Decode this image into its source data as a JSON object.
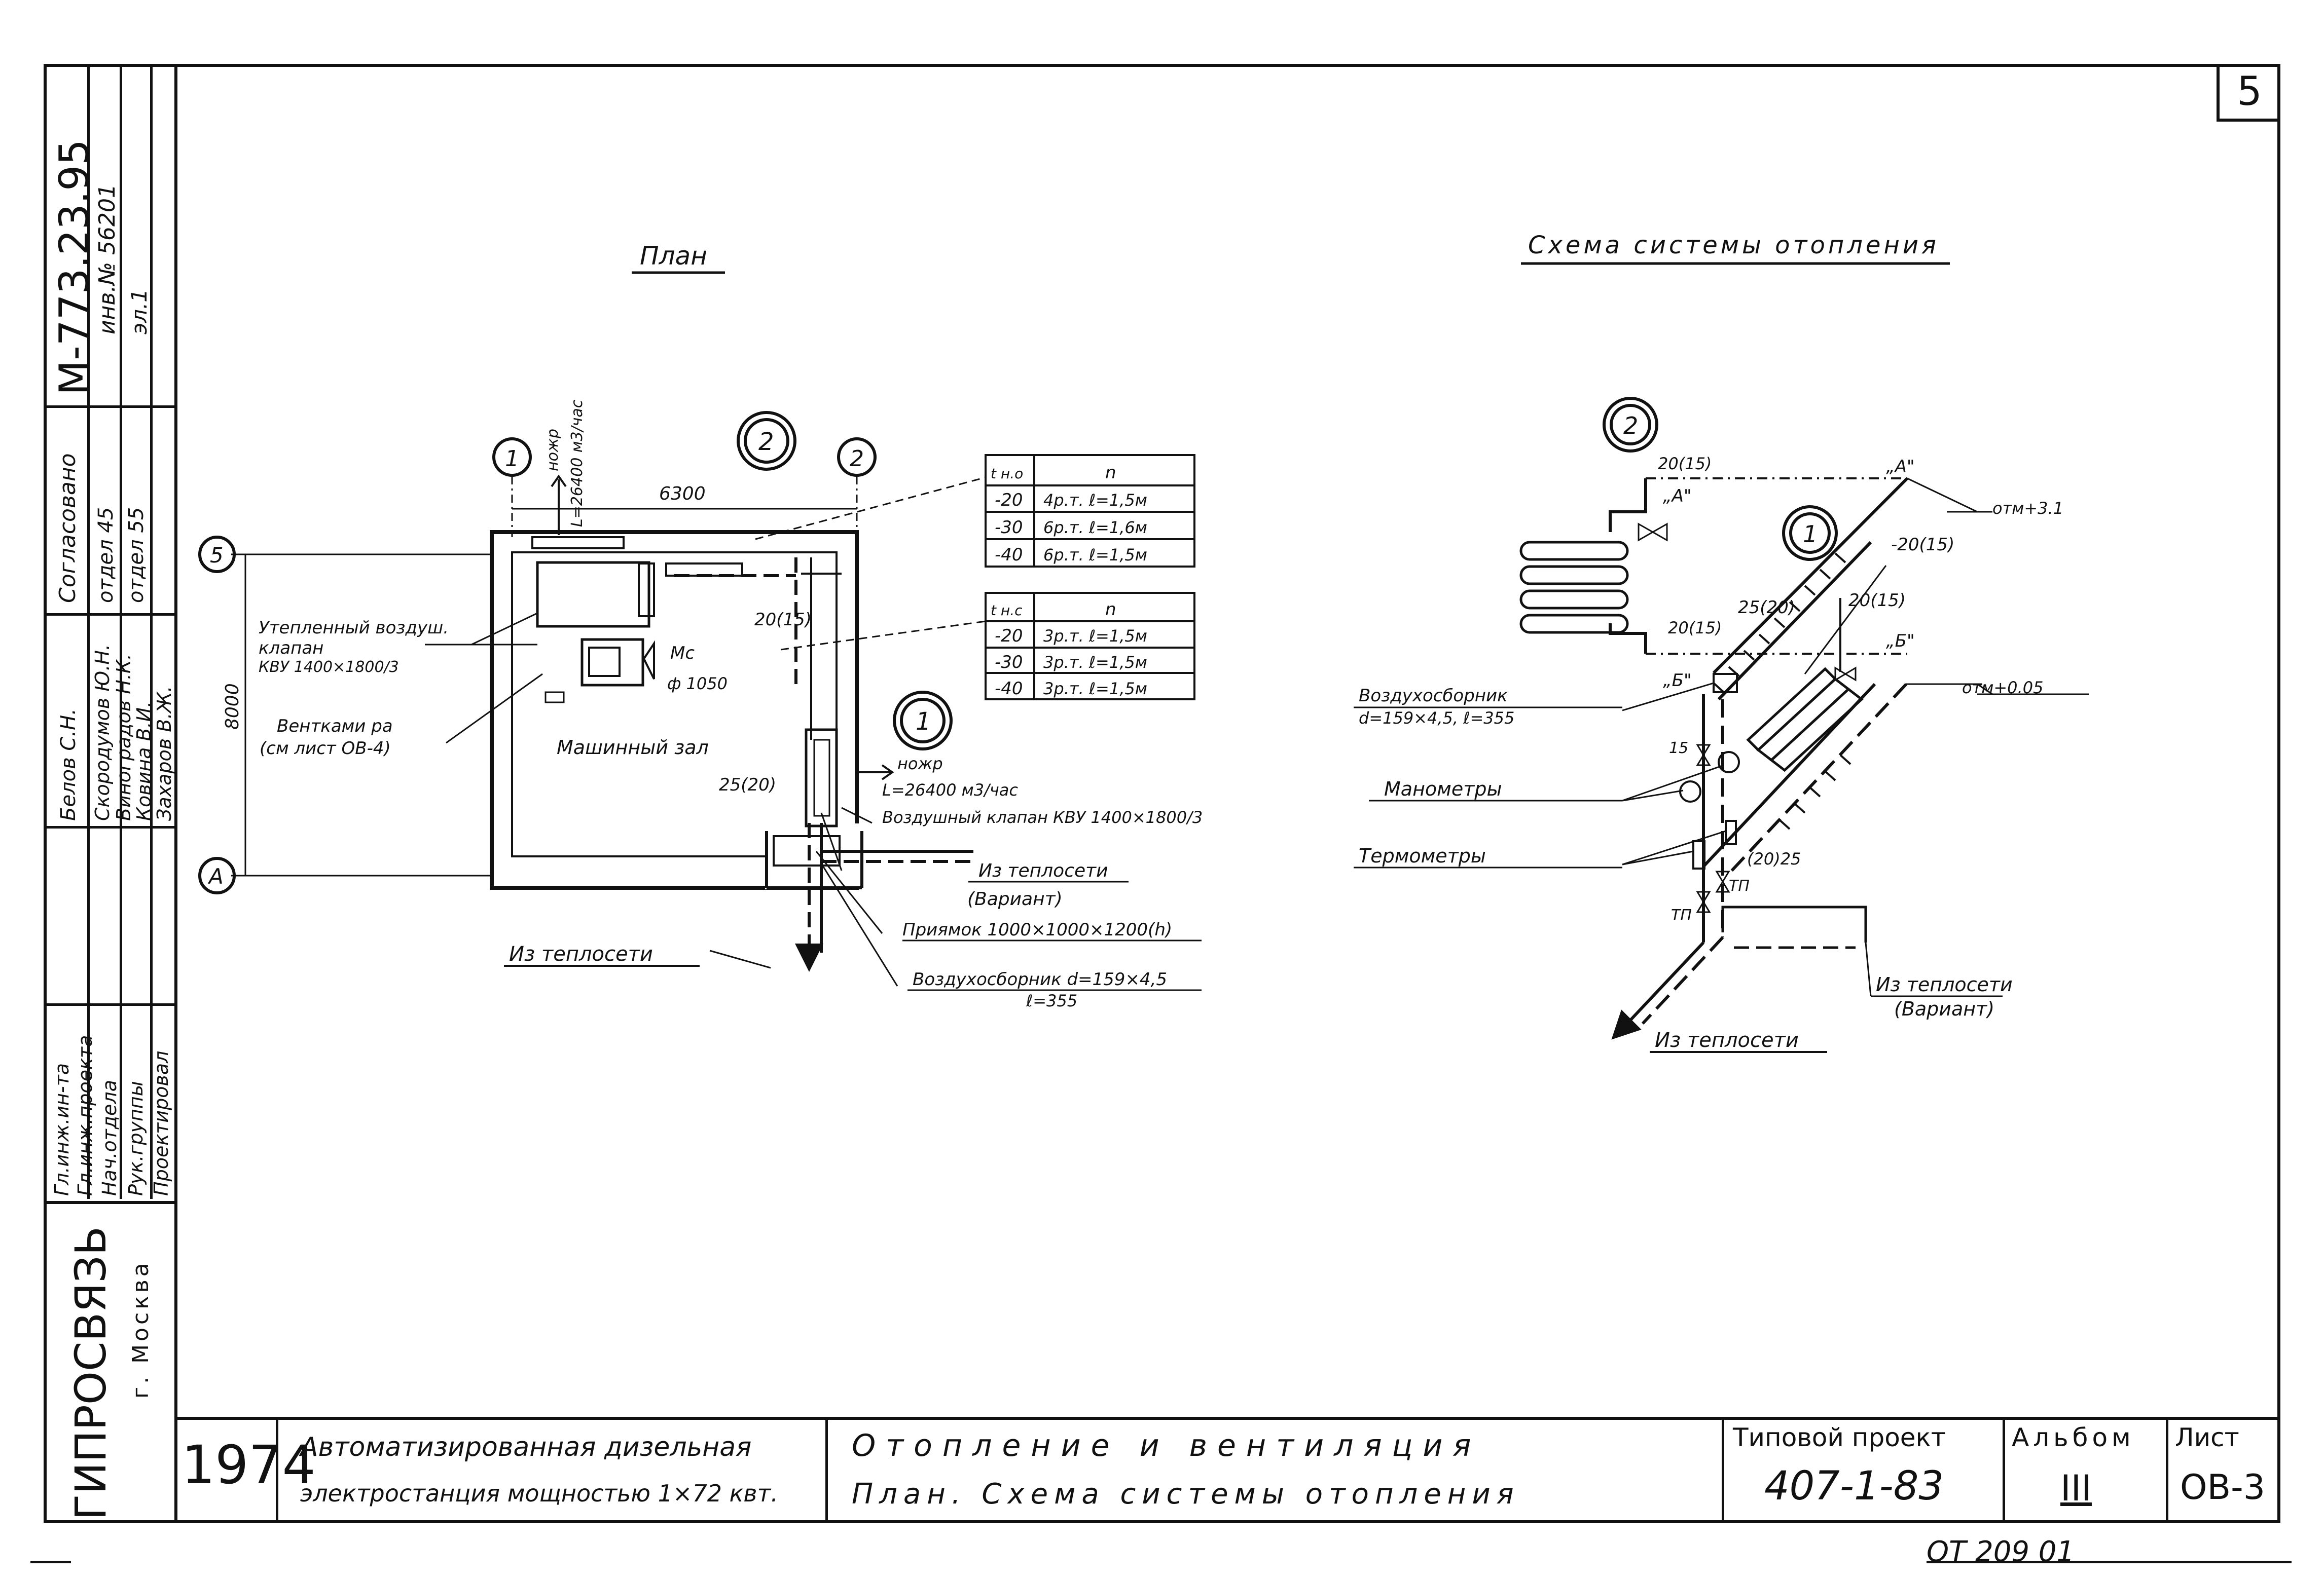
{
  "sheet_number": "5",
  "plan": {
    "title": "План",
    "axes": {
      "a1": "1",
      "a2": "2",
      "a5": "5",
      "aA": "А"
    },
    "node_labels": {
      "n1": "1",
      "n2": "2"
    },
    "dims": {
      "width": "6300",
      "height": "8000"
    },
    "labels": {
      "air_flow_top_1": "ножр",
      "air_flow_top_2": "L=26400 м3/час",
      "air_inlet_1": "Утепленный воздуш.",
      "air_inlet_2": "клапан",
      "air_inlet_3": "КВУ 1400×1800/3",
      "ventchamber_1": "Вентками ра",
      "ventchamber_2": "(см лист ОВ-4)",
      "mc": "Мс",
      "phi": "ф 1050",
      "machine_hall": "Машинный зал",
      "pipe_20_15": "20(15)",
      "pipe_25_20": "25(20)",
      "air_flow_right_1": "ножр",
      "air_flow_right_2": "L=26400 м3/час",
      "air_valve": "Воздушный клапан КВУ 1400×1800/3",
      "from_network_var": "Из теплосети",
      "variant": "(Вариант)",
      "pit": "Приямок 1000×1000×1200(h)",
      "air_collector_1": "Воздухосборник d=159×4,5",
      "air_collector_2": "ℓ=355",
      "from_network": "Из теплосети"
    },
    "table1": {
      "header": [
        "t н.о",
        "n"
      ],
      "rows": [
        [
          "-20",
          "4р.т. ℓ=1,5м"
        ],
        [
          "-30",
          "6р.т. ℓ=1,6м"
        ],
        [
          "-40",
          "6р.т. ℓ=1,5м"
        ]
      ]
    },
    "table2": {
      "header": [
        "t н.с",
        "n"
      ],
      "rows": [
        [
          "-20",
          "3р.т. ℓ=1,5м"
        ],
        [
          "-30",
          "3р.т. ℓ=1,5м"
        ],
        [
          "-40",
          "3р.т. ℓ=1,5м"
        ]
      ]
    }
  },
  "schema": {
    "title": "Схема системы отопления",
    "node_labels": {
      "n1": "1",
      "n2": "2"
    },
    "labels": {
      "p20_15_top": "20(15)",
      "p20_15_mid": "20(15)",
      "A_left": "„А\"",
      "A_right": "„А\"",
      "otm_top": "отм+3.1",
      "p20_15_right": "-20(15)",
      "p25_20": "25(20)",
      "p20_15_vert": "20(15)",
      "B_left": "„Б\"",
      "B_right": "„Б\"",
      "otm_bottom": "отм+0.05",
      "air_collector_1": "Воздухосборник",
      "air_collector_2": "d=159×4,5, ℓ=355",
      "p15": "15",
      "manometers": "Манометры",
      "thermometers": "Термометры",
      "p20_25": "(20)25",
      "tp1": "ТП",
      "tp2": "ТП",
      "from_network_var": "Из теплосети",
      "variant": "(Вариант)",
      "from_network": "Из теплосети"
    }
  },
  "left_strip": {
    "doc_code": "М-773.23.95",
    "inv_no": "инв.№ 56201",
    "sheet": "эл.1",
    "roles": [
      "Гл.инж.ин-та",
      "Гл.инж.проекта",
      "Нач.отдела",
      "Рук.группы",
      "Проектировал"
    ],
    "names": [
      "Белов С.Н.",
      "Скородумов Ю.Н.",
      "Виноградов Н.К.",
      "Ковина В.И.",
      "Захаров В.Ж."
    ],
    "approvals": [
      "Согласовано",
      "отдел 45",
      "отдел 55"
    ],
    "org": "ГИПРОСВЯЗЬ",
    "city": "г. Москва"
  },
  "title_block": {
    "year": "1974",
    "object_1": "Автоматизированная дизельная",
    "object_2": "электростанция мощностью 1×72 квт.",
    "title_1": "Отопление и вентиляция",
    "title_2": "План. Схема системы отопления",
    "project_label": "Типовой проект",
    "project_no": "407-1-83",
    "album_label": "Альбом",
    "album_no": "III",
    "sheet_label": "Лист",
    "sheet_no": "ОВ-3",
    "bottom_note": "ОТ 209 01"
  }
}
